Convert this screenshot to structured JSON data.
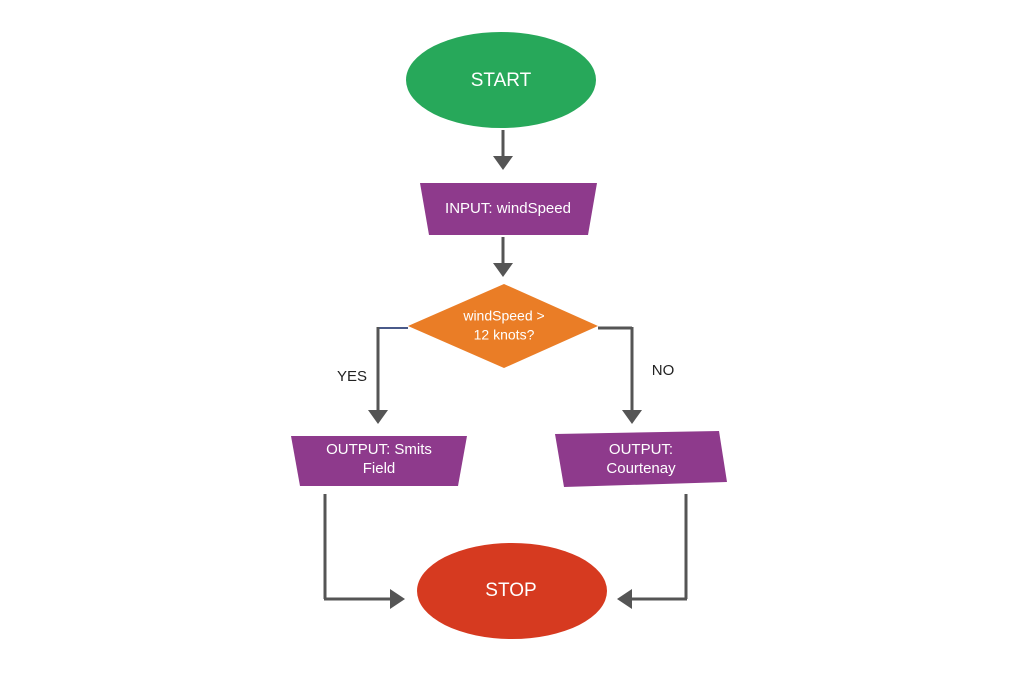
{
  "nodes": {
    "start": {
      "label": "START",
      "color": "#27a85a"
    },
    "input": {
      "label": "INPUT: windSpeed",
      "color": "#8e3a8c"
    },
    "decision": {
      "line1": "windSpeed >",
      "line2": "12 knots?",
      "color": "#ea7d26"
    },
    "output_yes": {
      "line1": "OUTPUT: Smits",
      "line2": "Field",
      "color": "#8e3a8c"
    },
    "output_no": {
      "line1": "OUTPUT:",
      "line2": "Courtenay",
      "color": "#8e3a8c"
    },
    "stop": {
      "label": "STOP",
      "color": "#d63a20"
    }
  },
  "branches": {
    "yes_label": "YES",
    "no_label": "NO"
  },
  "colors": {
    "connector": "#555555"
  }
}
